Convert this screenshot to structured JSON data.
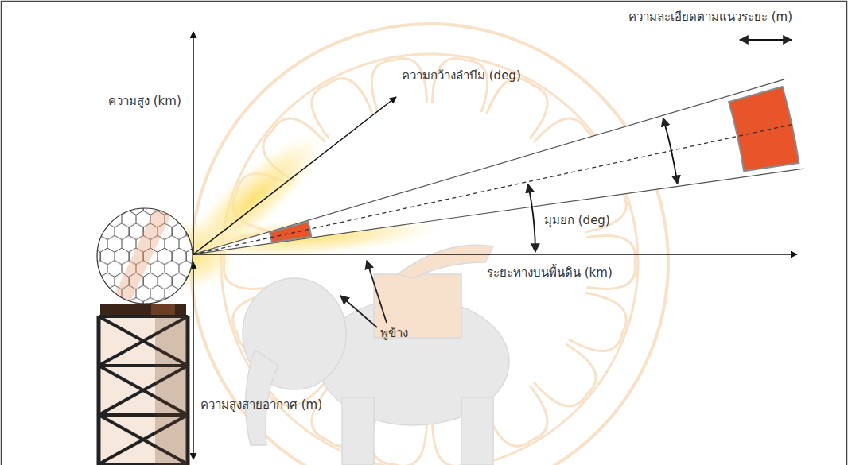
{
  "diagram": {
    "labels": [
      "ความละเอียดตามแนวระยะ (m)",
      "ความกว้างลำบีม (deg)",
      "ความสูง (km)",
      "มุมยก (deg)",
      "ระยะทางบนพื้นดิน (km)",
      "พูข้าง",
      "ความสูงสายอากาศ (m)"
    ]
  }
}
